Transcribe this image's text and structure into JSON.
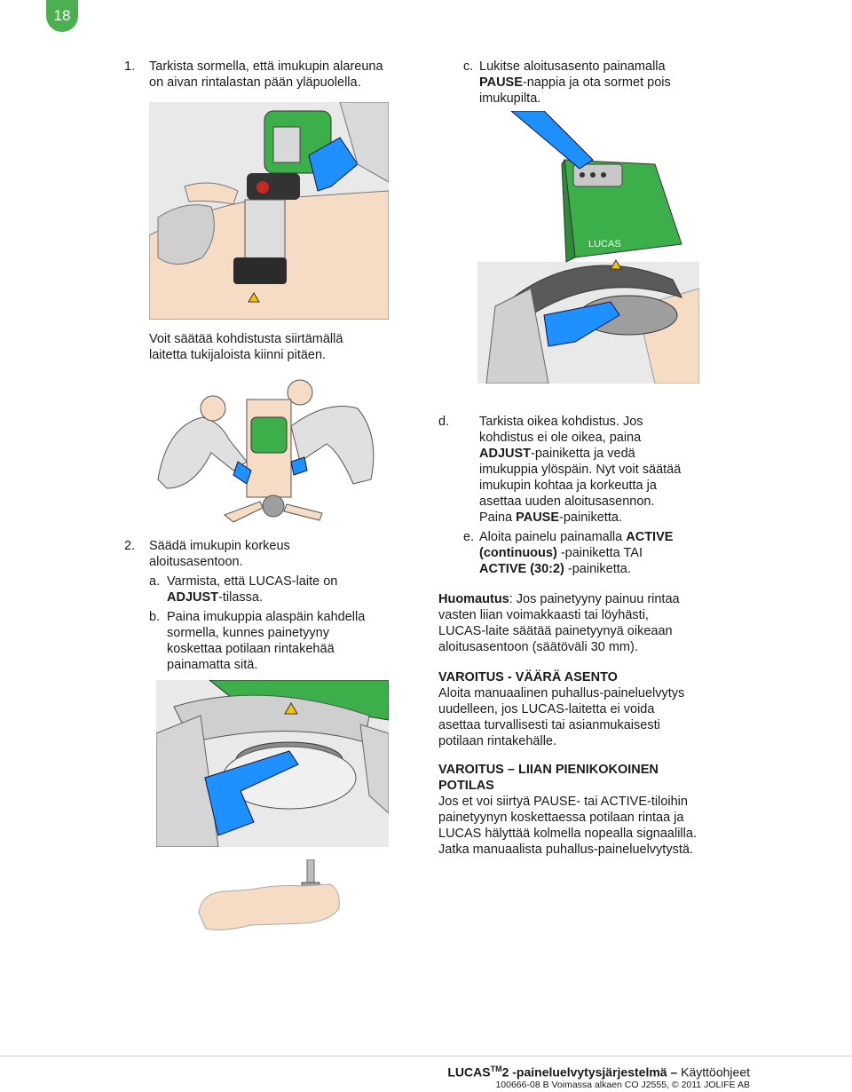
{
  "page_number": "18",
  "step1": {
    "num": "1.",
    "line1": "Tarkista sormella, että imukupin alareuna",
    "line2": "on aivan rintalastan pään yläpuolella."
  },
  "caption_adjust": {
    "line1": "Voit säätää kohdistusta siirtämällä",
    "line2": "laitetta tukijaloista kiinni pitäen."
  },
  "step2": {
    "num": "2.",
    "line1": "Säädä imukupin korkeus",
    "line2": "aloitusasentoon.",
    "a_label": "a.",
    "a_line1": "Varmista, että LUCAS-laite on",
    "a_bold": "ADJUST",
    "a_rest": "-tilassa.",
    "b_label": "b.",
    "b_line1": "Paina imukuppia alaspäin kahdella",
    "b_line2": "sormella, kunnes painetyyny",
    "b_line3": "koskettaa potilaan rintakehää",
    "b_line4": "painamatta sitä."
  },
  "step_c": {
    "label": "c.",
    "line1": "Lukitse aloitusasento painamalla",
    "bold": "PAUSE",
    "line2_rest": "-nappia ja ota sormet pois",
    "line3": "imukupilta."
  },
  "step_d": {
    "label": "d.",
    "line1": "Tarkista oikea kohdistus. Jos",
    "line2": "kohdistus ei ole oikea, paina",
    "bold_adjust": "ADJUST",
    "line3_rest": "-painiketta ja vedä",
    "line4": "imukuppia ylöspäin. Nyt voit säätää",
    "line5": "imukupin kohtaa ja korkeutta ja",
    "line6": "asettaa uuden aloitusasennon.",
    "line7_pre": "Paina ",
    "bold_pause": "PAUSE",
    "line7_rest": "-painiketta."
  },
  "step_e": {
    "label": "e.",
    "line1_pre": "Aloita painelu painamalla ",
    "bold_active": "ACTIVE",
    "bold_continuous": "(continuous)",
    "line2_rest": " -painiketta TAI",
    "bold_active_302": "ACTIVE (30:2)",
    "line3_rest": " -painiketta."
  },
  "note": {
    "bold": "Huomautus",
    "line1_rest": ": Jos painetyyny painuu rintaa",
    "line2": "vasten liian voimakkaasti tai löyhästi,",
    "line3": "LUCAS-laite säätää painetyynyä oikeaan",
    "line4": "aloitusasentoon (säätöväli 30 mm)."
  },
  "warning1": {
    "title": "VAROITUS - VÄÄRÄ ASENTO",
    "line1": "Aloita manuaalinen puhallus-paineluelvytys",
    "line2": "uudelleen, jos LUCAS-laitetta ei voida",
    "line3": "asettaa turvallisesti tai asianmukaisesti",
    "line4": "potilaan rintakehälle."
  },
  "warning2": {
    "title1": "VAROITUS – LIIAN PIENIKOKOINEN",
    "title2": "POTILAS",
    "line1": "Jos et voi siirtyä PAUSE- tai ACTIVE-tiloihin",
    "line2": "painetyynyn koskettaessa potilaan rintaa ja",
    "line3": "LUCAS hälyttää kolmella nopealla signaalilla.",
    "line4": "Jatka manuaalista puhallus-paineluelvytystä."
  },
  "device_label": "LUCAS",
  "footer": {
    "brand": "LUCAS",
    "tm": "TM",
    "title": "2 -paineluelvytysjärjestelmä",
    "dash": " – ",
    "manual": "Käyttöohjeet",
    "line2": "100666-08 B Voimassa alkaen CO J2555, © 2011 JOLIFE AB"
  },
  "colors": {
    "green": "#4caf50",
    "device_green": "#3cae4a",
    "glove_blue": "#1e90ff",
    "skin": "#f6dcc5",
    "grey": "#d0d0d0",
    "dark": "#4a4a4a"
  }
}
